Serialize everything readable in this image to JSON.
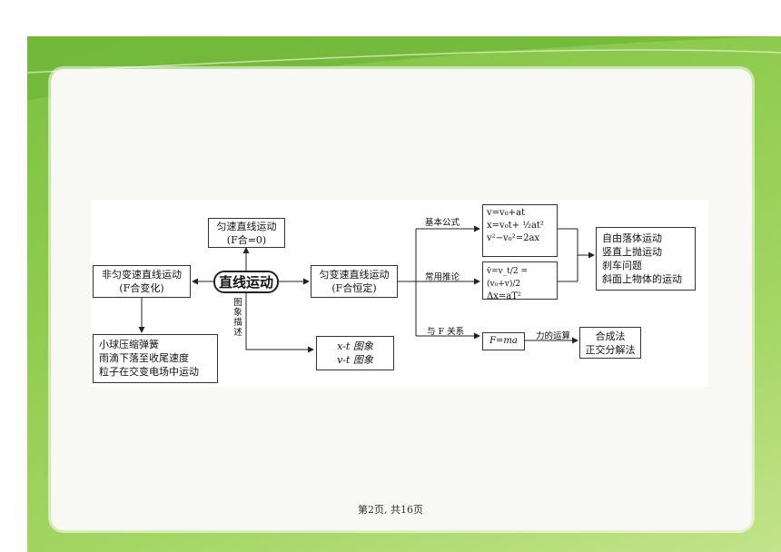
{
  "diagram": {
    "center": "直线运动",
    "uniform": {
      "line1": "匀速直线运动",
      "line2": "(F合=0)"
    },
    "nonuniform": {
      "line1": "非匀变速直线运动",
      "line2": "(F合变化)"
    },
    "uniform_accel": {
      "line1": "匀变速直线运动",
      "line2": "(F合恒定)"
    },
    "graph_label": "图象描述",
    "graphs": {
      "line1": "x-t 图象",
      "line2": "v-t 图象"
    },
    "examples": [
      "小球压缩弹簧",
      "雨滴下落至收尾速度",
      "粒子在交变电场中运动"
    ],
    "branch_labels": {
      "basic": "基本公式",
      "derived": "常用推论",
      "force": "与 F 关系",
      "composition": "力的运算"
    },
    "basic_formulas": [
      "v=v₀+at",
      "x=v₀t+ ½at²",
      "v²−v₀²=2ax"
    ],
    "derived_formulas": [
      "v̄=v_t/2 = (v₀+v)/2",
      "Δx=aT²"
    ],
    "newton": "F=ma",
    "applications": [
      "自由落体运动",
      "竖直上抛运动",
      "刹车问题",
      "斜面上物体的运动"
    ],
    "methods": [
      "合成法",
      "正交分解法"
    ]
  },
  "page_number": "第2页, 共16页"
}
